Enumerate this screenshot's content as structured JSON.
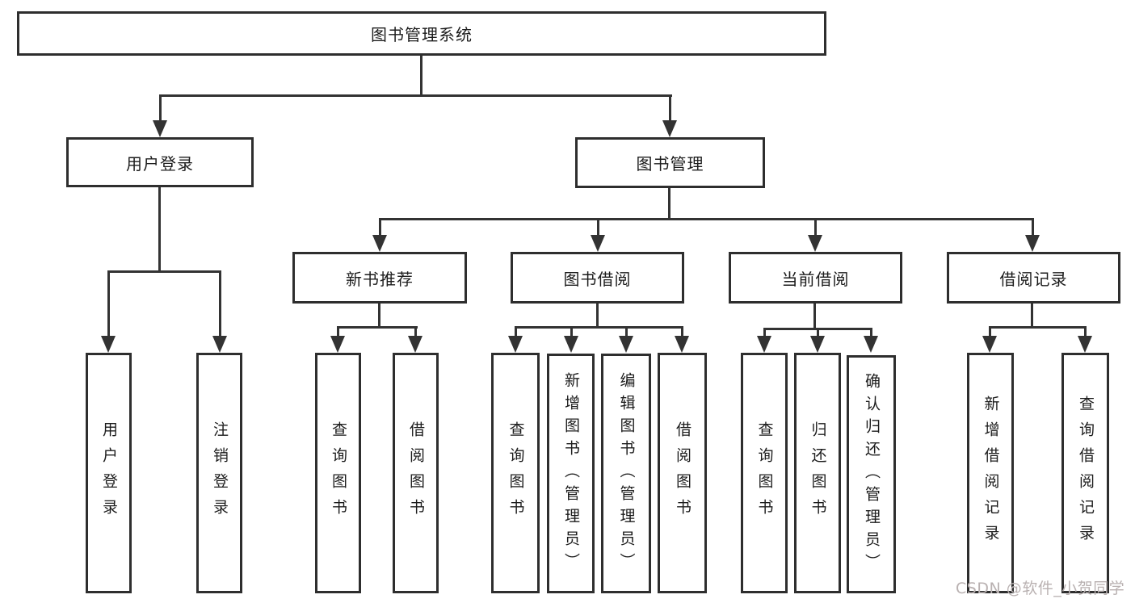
{
  "diagram": {
    "type": "tree",
    "root": {
      "label": "图书管理系统",
      "children": [
        {
          "label": "用户登录",
          "children": [
            {
              "label": "用户登录"
            },
            {
              "label": "注销登录"
            }
          ]
        },
        {
          "label": "图书管理",
          "children": [
            {
              "label": "新书推荐",
              "children": [
                {
                  "label": "查询图书"
                },
                {
                  "label": "借阅图书"
                }
              ]
            },
            {
              "label": "图书借阅",
              "children": [
                {
                  "label": "查询图书"
                },
                {
                  "label": "新增图书（管理员）"
                },
                {
                  "label": "编辑图书（管理员）"
                },
                {
                  "label": "借阅图书"
                }
              ]
            },
            {
              "label": "当前借阅",
              "children": [
                {
                  "label": "查询图书"
                },
                {
                  "label": "归还图书"
                },
                {
                  "label": "确认归还（管理员）"
                }
              ]
            },
            {
              "label": "借阅记录",
              "children": [
                {
                  "label": "新增借阅记录"
                },
                {
                  "label": "查询借阅记录"
                }
              ]
            }
          ]
        }
      ]
    }
  },
  "watermark": {
    "text": "CSDN @软件_小贺同学"
  },
  "colors": {
    "line": "#333333",
    "box_border": "#2e2e2e",
    "text": "#1c1c1c",
    "watermark": "#b9b1b1",
    "background": "#ffffff"
  }
}
